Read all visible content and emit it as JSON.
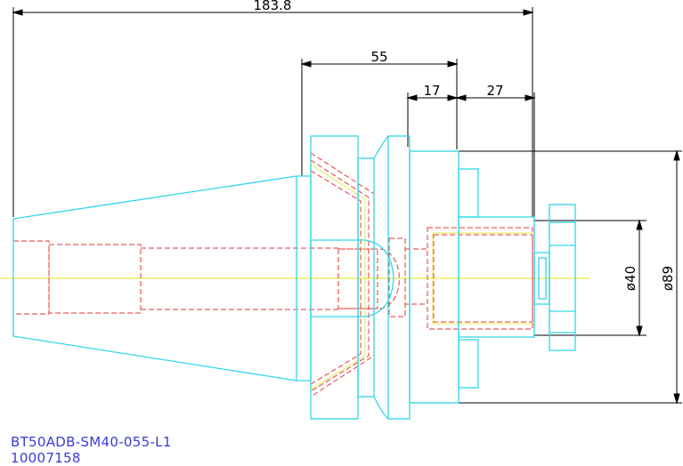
{
  "dimensions": {
    "overall_length": "183.8",
    "flange_to_nose": "55",
    "nut_offset": "17",
    "nut_length": "27",
    "diameter_inner": "ø40",
    "diameter_outer": "ø89"
  },
  "caption": {
    "part_name": "BT50ADB-SM40-055-L1",
    "part_number": "10007158"
  },
  "colors": {
    "outline": "#33d6e6",
    "hidden": "#e23a3a",
    "centerline": "#e8e84a",
    "dimension": "#000000",
    "caption": "#3b3bd6"
  }
}
